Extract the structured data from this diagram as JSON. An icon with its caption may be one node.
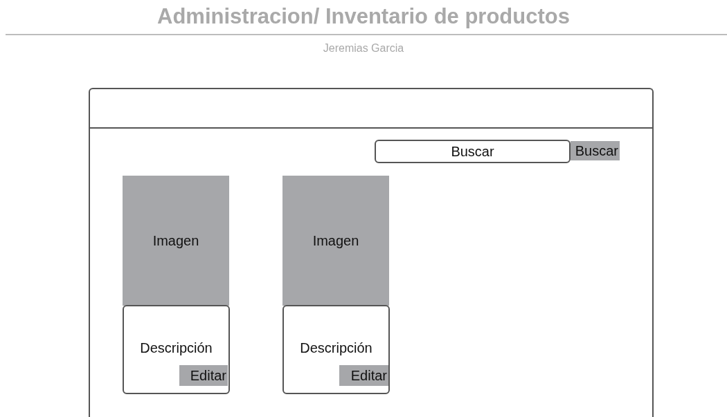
{
  "diagram": {
    "title": "Administracion/ Inventario de productos",
    "nodes": [
      {
        "text": [],
        "shape": "box"
      },
      {
        "text": [
          "Buscar"
        ],
        "in": 0
      },
      {
        "text": [
          "Buscar"
        ],
        "in": 0
      },
      {
        "text": [
          "Imagen"
        ],
        "in": 0
      },
      {
        "text": [
          "Descripción"
        ],
        "in": 0
      },
      {
        "text": [
          "Editar"
        ],
        "in": 4
      },
      {
        "text": [
          "Imagen"
        ],
        "in": 0
      },
      {
        "text": [
          "Descripción"
        ],
        "in": 0
      },
      {
        "text": [
          "Editar"
        ],
        "in": 7
      }
    ],
    "labels": [
      "Jeremias Garcia"
    ]
  }
}
